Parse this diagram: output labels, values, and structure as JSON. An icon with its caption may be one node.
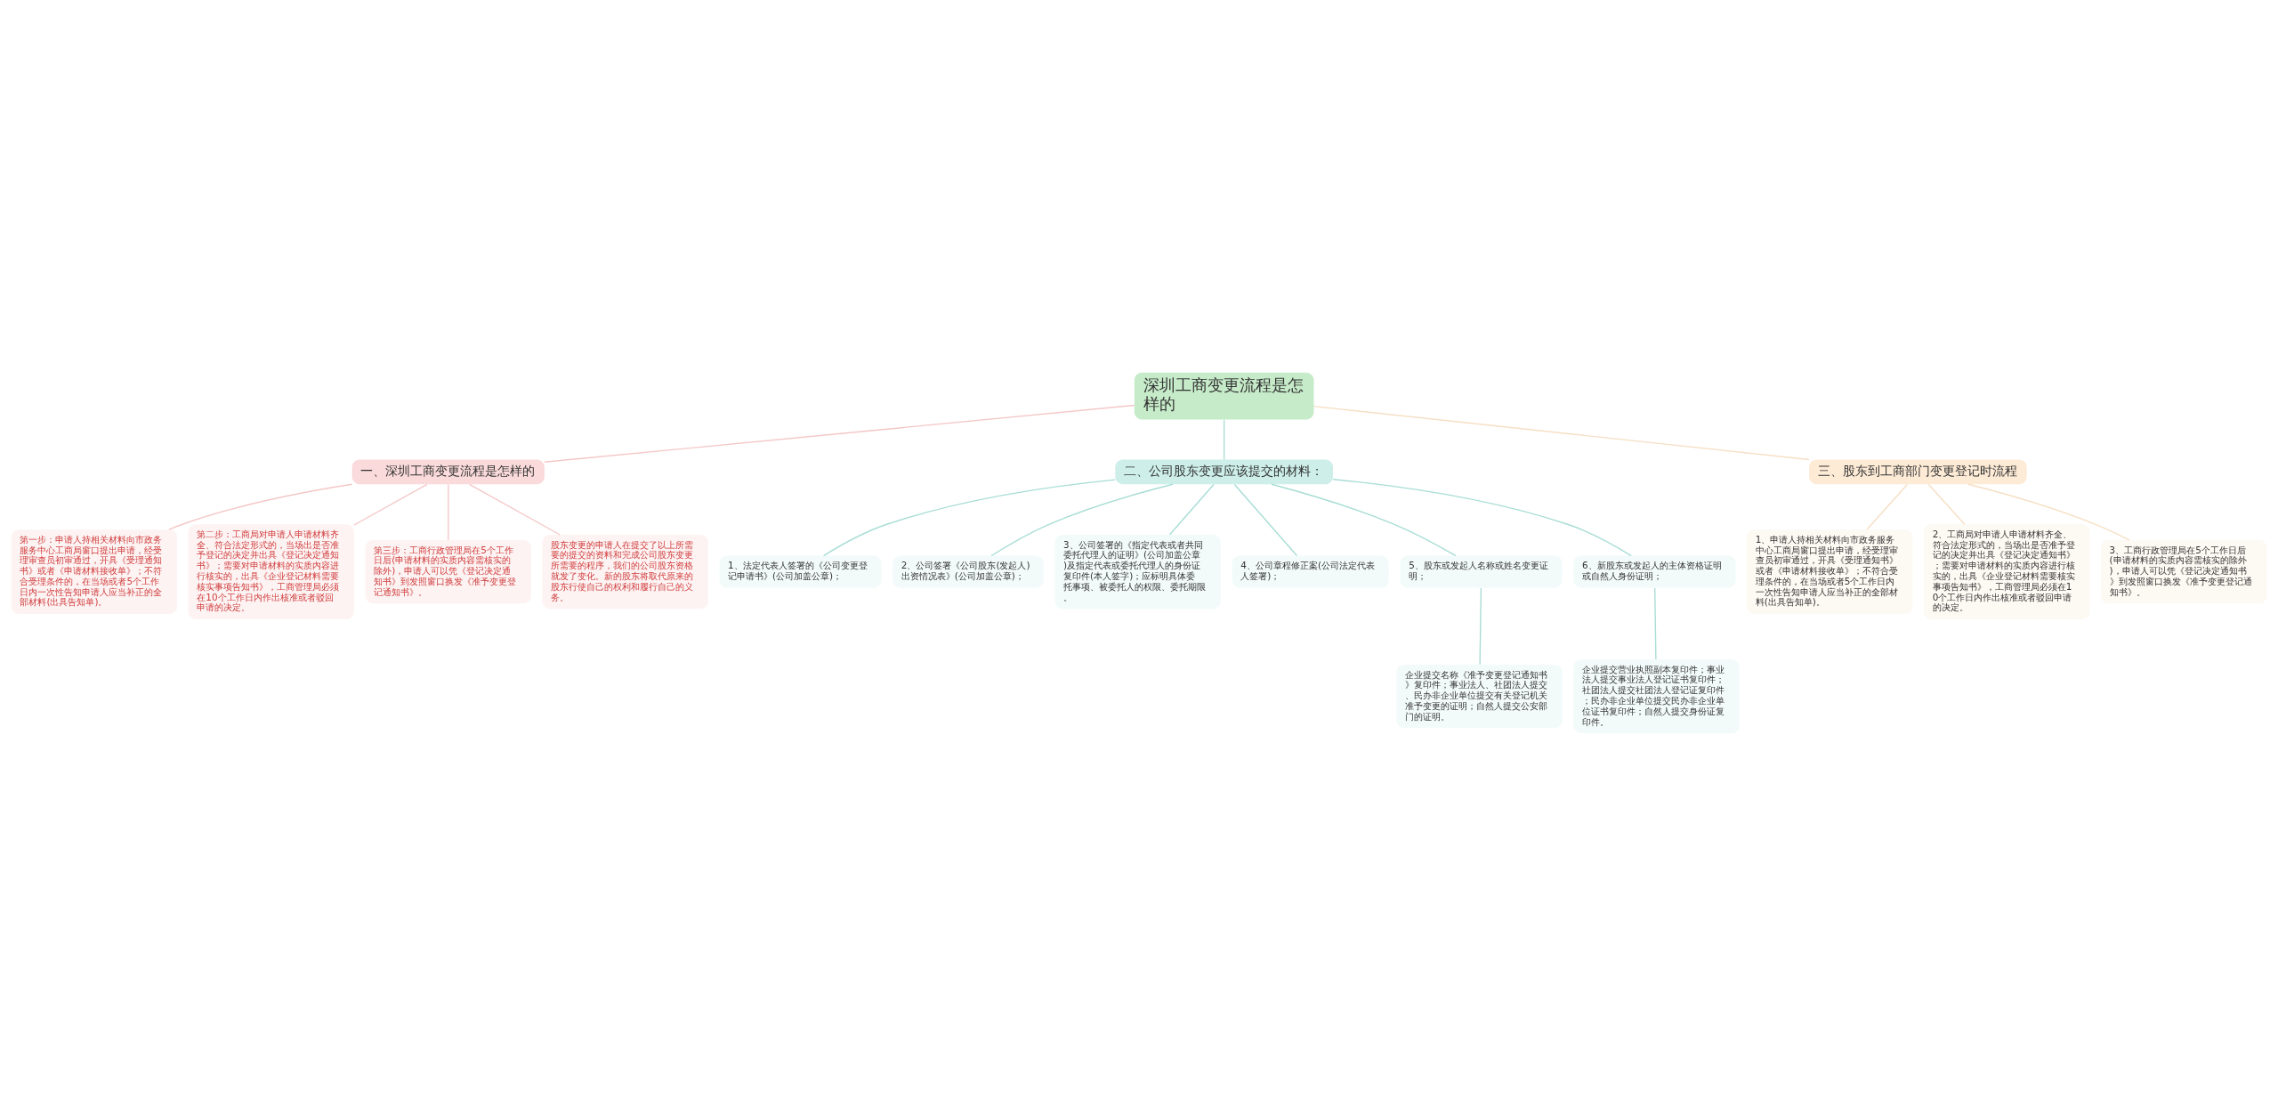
{
  "diagram": {
    "nodes": [
      {
        "text": [
          "深圳工商变更流程是怎样的"
        ]
      },
      {
        "text": [
          "一、深圳工商变更流程是怎样的"
        ]
      },
      {
        "text": [
          "第一步：申请人持相关材料向市政务服务中心工商局窗口提出申请，经受理审查员初审通过，开具《受理通知书》或者《申请材料接收单》；不符合受理条件的，在当场或者5个工作日内一次性告知申请人应当补正的全部材料(出具告知单)。"
        ]
      },
      {
        "text": [
          "第二步：工商局对申请人申请材料齐全、符合法定形式的，当场出是否准予登记的决定并出具《登记决定通知书》；需要对申请材料的实质内容进行核实的，出具《企业登记材料需要核实事项告知书》，工商管理局必须在10个工作日内作出核准或者驳回申请的决定。"
        ]
      },
      {
        "text": [
          "第三步：工商行政管理局在5个工作日后(申请材料的实质内容需核实的除外)，申请人可以凭《登记决定通知书》到发照窗口换发《准予变更登记通知书》。"
        ]
      },
      {
        "text": [
          "股东变更的申请人在提交了以上所需要的提交的资料和完成公司股东变更所需要的程序，我们的公司股东资格就发了变化。新的股东将取代原来的股东行使自己的权利和履行自己的义务。"
        ]
      },
      {
        "text": [
          "二、公司股东变更应该提交的材料："
        ]
      },
      {
        "text": [
          "1、法定代表人签署的《公司变更登记申请书》(公司加盖公章)；"
        ]
      },
      {
        "text": [
          "2、公司签署《公司股东(发起人)出资情况表》(公司加盖公章)；"
        ]
      },
      {
        "text": [
          "3、公司签署的《指定代表或者共同委托代理人的证明》(公司加盖公章)及指定代表或委托代理人的身份证复印件(本人签字)；应标明具体委托事项、被委托人的权限、委托期限。"
        ]
      },
      {
        "text": [
          "4、公司章程修正案(公司法定代表人签署)；"
        ]
      },
      {
        "text": [
          "5、股东或发起人名称或姓名变更证明；"
        ]
      },
      {
        "text": [
          "6、新股东或发起人的主体资格证明或自然人身份证明；"
        ]
      },
      {
        "text": [
          "企业提交名称《准予变更登记通知书》复印件；事业法人、社团法人提交、民办非企业单位提交有关登记机关准予变更的证明；自然人提交公安部门的证明。"
        ]
      },
      {
        "text": [
          "企业提交营业执照副本复印件；事业法人提交事业法人登记证书复印件；社团法人提交社团法人登记证复印件；民办非企业单位提交民办非企业单位证书复印件；自然人提交身份证复印件。"
        ]
      },
      {
        "text": [
          "三、股东到工商部门变更登记时流程"
        ]
      },
      {
        "text": [
          "1、申请人持相关材料向市政务服务中心工商局窗口提出申请，经受理审查员初审通过，开具《受理通知书》或者《申请材料接收单》；不符合受理条件的，在当场或者5个工作日内一次性告知申请人应当补正的全部材料(出具告知单)。"
        ]
      },
      {
        "text": [
          "2、工商局对申请人申请材料齐全、符合法定形式的，当场出是否准予登记的决定并出具《登记决定通知书》；需要对申请材料的实质内容进行核实的，出具《企业登记材料需要核实事项告知书》，工商管理局必须在10个工作日内作出核准或者驳回申请的决定。"
        ]
      },
      {
        "text": [
          "3、工商行政管理局在5个工作日后(申请材料的实质内容需核实的除外)，申请人可以凭《登记决定通知书》到发照窗口换发《准予变更登记通知书》。"
        ]
      }
    ],
    "edges": [
      {
        "from": 0,
        "to": 1,
        "arrow": "none",
        "color": "#f4c7c7"
      },
      {
        "from": 1,
        "to": 2,
        "arrow": "none",
        "color": "#f4c7c7"
      },
      {
        "from": 1,
        "to": 3,
        "arrow": "none",
        "color": "#f4c7c7"
      },
      {
        "from": 1,
        "to": 4,
        "arrow": "none",
        "color": "#f4c7c7"
      },
      {
        "from": 1,
        "to": 5,
        "arrow": "none",
        "color": "#f4c7c7"
      },
      {
        "from": 0,
        "to": 6,
        "arrow": "none"
      },
      {
        "from": 6,
        "to": 7,
        "arrow": "none"
      },
      {
        "from": 6,
        "to": 8,
        "arrow": "none"
      },
      {
        "from": 6,
        "to": 9,
        "arrow": "none"
      },
      {
        "from": 6,
        "to": 10,
        "arrow": "none"
      },
      {
        "from": 6,
        "to": 11,
        "arrow": "none"
      },
      {
        "from": 6,
        "to": 12,
        "arrow": "none"
      },
      {
        "from": 11,
        "to": 13,
        "arrow": "none"
      },
      {
        "from": 12,
        "to": 14,
        "arrow": "none"
      },
      {
        "from": 0,
        "to": 15,
        "arrow": "none",
        "color": "#f6dfc4"
      },
      {
        "from": 15,
        "to": 16,
        "arrow": "none",
        "color": "#f6dfc4"
      },
      {
        "from": 15,
        "to": 17,
        "arrow": "none",
        "color": "#f6dfc4"
      },
      {
        "from": 15,
        "to": 18,
        "arrow": "none",
        "color": "#f6dfc4"
      }
    ]
  }
}
